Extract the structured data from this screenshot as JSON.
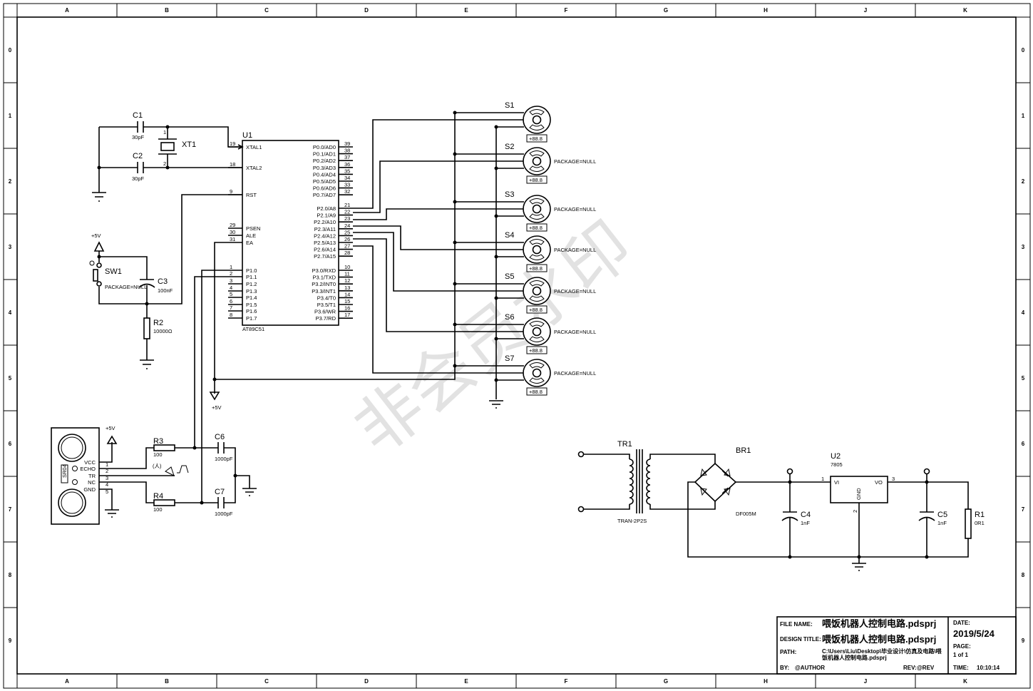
{
  "frame": {
    "columns": [
      "A",
      "B",
      "C",
      "D",
      "E",
      "F",
      "G",
      "H",
      "J",
      "K"
    ],
    "rows": [
      "0",
      "1",
      "2",
      "3",
      "4",
      "5",
      "6",
      "7",
      "8",
      "9"
    ]
  },
  "watermark": "非会员水印",
  "u1": {
    "ref": "U1",
    "part": "AT89C51",
    "left_pins": [
      {
        "num": "19",
        "name": "XTAL1"
      },
      {
        "num": "18",
        "name": "XTAL2"
      },
      {
        "num": "9",
        "name": "RST"
      },
      {
        "num": "29",
        "name": "PSEN"
      },
      {
        "num": "30",
        "name": "ALE"
      },
      {
        "num": "31",
        "name": "EA"
      },
      {
        "num": "1",
        "name": "P1.0"
      },
      {
        "num": "2",
        "name": "P1.1"
      },
      {
        "num": "3",
        "name": "P1.2"
      },
      {
        "num": "4",
        "name": "P1.3"
      },
      {
        "num": "5",
        "name": "P1.4"
      },
      {
        "num": "6",
        "name": "P1.5"
      },
      {
        "num": "7",
        "name": "P1.6"
      },
      {
        "num": "8",
        "name": "P1.7"
      }
    ],
    "right_pins": [
      {
        "num": "39",
        "name": "P0.0/AD0"
      },
      {
        "num": "38",
        "name": "P0.1/AD1"
      },
      {
        "num": "37",
        "name": "P0.2/AD2"
      },
      {
        "num": "36",
        "name": "P0.3/AD3"
      },
      {
        "num": "35",
        "name": "P0.4/AD4"
      },
      {
        "num": "34",
        "name": "P0.5/AD5"
      },
      {
        "num": "33",
        "name": "P0.6/AD6"
      },
      {
        "num": "32",
        "name": "P0.7/AD7"
      },
      {
        "num": "21",
        "name": "P2.0/A8"
      },
      {
        "num": "22",
        "name": "P2.1/A9"
      },
      {
        "num": "23",
        "name": "P2.2/A10"
      },
      {
        "num": "24",
        "name": "P2.3/A11"
      },
      {
        "num": "25",
        "name": "P2.4/A12"
      },
      {
        "num": "26",
        "name": "P2.5/A13"
      },
      {
        "num": "27",
        "name": "P2.6/A14"
      },
      {
        "num": "28",
        "name": "P2.7/A15"
      },
      {
        "num": "10",
        "name": "P3.0/RXD"
      },
      {
        "num": "11",
        "name": "P3.1/TXD"
      },
      {
        "num": "12",
        "name": "P3.2/INT0"
      },
      {
        "num": "13",
        "name": "P3.3/INT1"
      },
      {
        "num": "14",
        "name": "P3.4/T0"
      },
      {
        "num": "15",
        "name": "P3.5/T1"
      },
      {
        "num": "16",
        "name": "P3.6/WR"
      },
      {
        "num": "17",
        "name": "P3.7/RD"
      }
    ]
  },
  "components": {
    "c1": {
      "ref": "C1",
      "value": "30pF"
    },
    "c2": {
      "ref": "C2",
      "value": "30pF"
    },
    "xt1": {
      "ref": "XT1",
      "pin1": "1",
      "pin2": "2"
    },
    "sw1": {
      "ref": "SW1",
      "package": "PACKAGE=NULL"
    },
    "c3": {
      "ref": "C3",
      "value": "100nF"
    },
    "r2": {
      "ref": "R2",
      "value": "10000Ω"
    },
    "r3": {
      "ref": "R3",
      "value": "100"
    },
    "r4": {
      "ref": "R4",
      "value": "100"
    },
    "c6": {
      "ref": "C6",
      "value": "1000pF"
    },
    "c7": {
      "ref": "C7",
      "value": "1000pF"
    },
    "tr1": {
      "ref": "TR1",
      "part": "TRAN-2P2S"
    },
    "br1": {
      "ref": "BR1",
      "part": "DF005M"
    },
    "u2": {
      "ref": "U2",
      "part": "7805",
      "vi": "VI",
      "vo": "VO",
      "gnd": "GND",
      "pin1": "1",
      "pin2": "2",
      "pin3": "3"
    },
    "c4": {
      "ref": "C4",
      "value": "1nF"
    },
    "c5": {
      "ref": "C5",
      "value": "1nF"
    },
    "r1": {
      "ref": "R1",
      "value": "0R1"
    }
  },
  "power_labels": {
    "vcc1": "+5V",
    "vcc2": "+5V",
    "vcc3": "+5V"
  },
  "ultrasonic": {
    "label": "SR04",
    "pins": [
      {
        "num": "1",
        "name": "VCC"
      },
      {
        "num": "2",
        "name": "ECHO"
      },
      {
        "num": "3",
        "name": "TR"
      },
      {
        "num": "4",
        "name": "NC"
      },
      {
        "num": "5",
        "name": "GND"
      }
    ],
    "signal_label": "(人)"
  },
  "servos": [
    {
      "ref": "S1",
      "display": "+88.8",
      "package": ""
    },
    {
      "ref": "S2",
      "display": "+88.8",
      "package": "PACKAGE=NULL"
    },
    {
      "ref": "S3",
      "display": "+88.8",
      "package": "PACKAGE=NULL"
    },
    {
      "ref": "S4",
      "display": "+88.8",
      "package": "PACKAGE=NULL"
    },
    {
      "ref": "S5",
      "display": "+88.8",
      "package": "PACKAGE=NULL"
    },
    {
      "ref": "S6",
      "display": "+88.8",
      "package": "PACKAGE=NULL"
    },
    {
      "ref": "S7",
      "display": "+88.8",
      "package": "PACKAGE=NULL"
    }
  ],
  "title_block": {
    "file_name_label": "FILE NAME:",
    "file_name": "喂饭机器人控制电路.pdsprj",
    "design_title_label": "DESIGN TITLE:",
    "design_title": "喂饭机器人控制电路.pdsprj",
    "path_label": "PATH:",
    "path": "C:\\Users\\Liu\\Desktop\\毕业设计\\仿真及电路\\喂饭机器人控制电路.pdsprj",
    "by_label": "BY:",
    "by": "@AUTHOR",
    "rev_label": "REV:",
    "rev": "@REV",
    "date_label": "DATE:",
    "date": "2019/5/24",
    "page_label": "PAGE:",
    "page": "1 of 1",
    "time_label": "TIME:",
    "time": "10:10:14"
  }
}
